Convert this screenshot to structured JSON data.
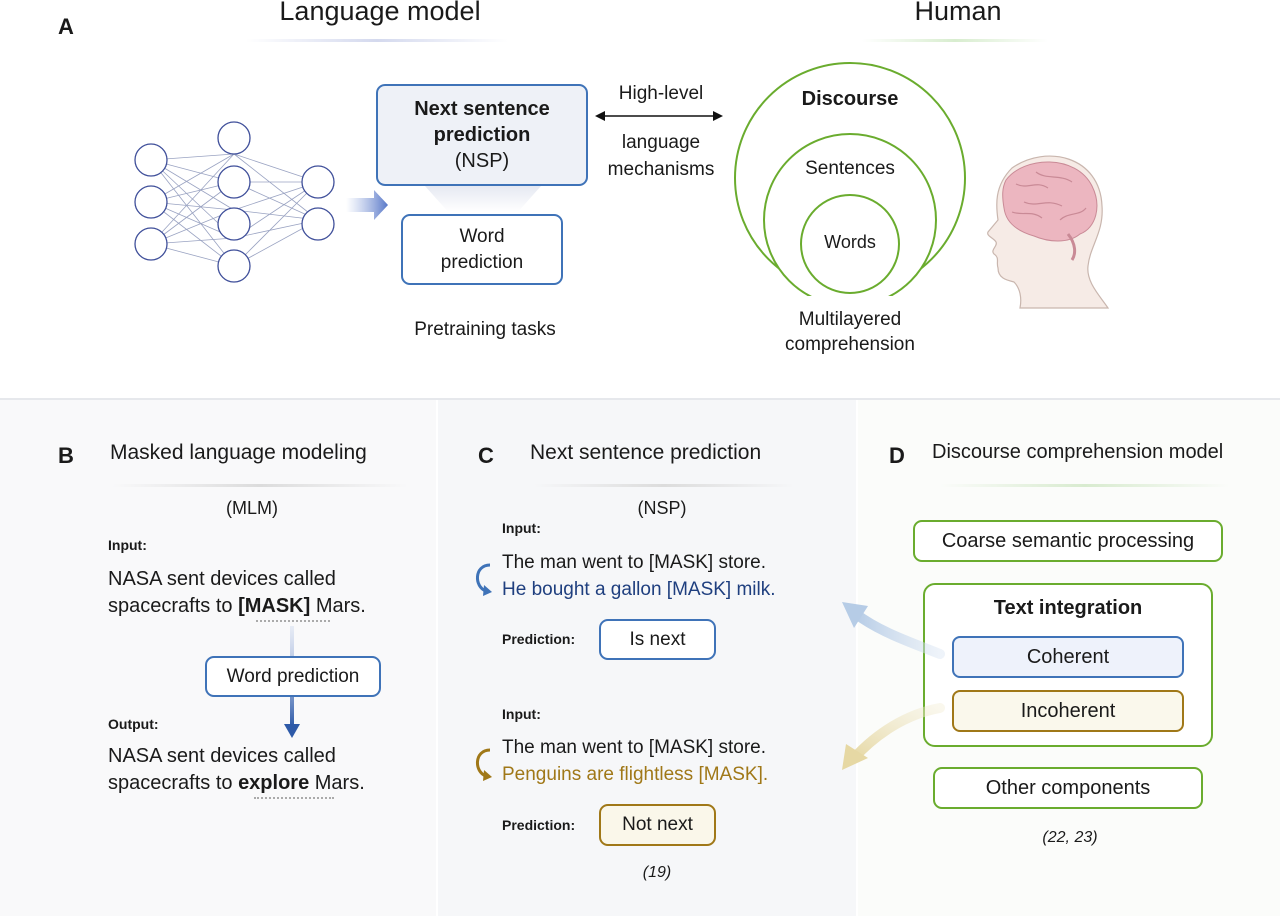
{
  "panelA": {
    "letter": "A",
    "lm_title": "Language model",
    "human_title": "Human",
    "nsp_line1": "Next sentence",
    "nsp_line2": "prediction",
    "nsp_abbr": "(NSP)",
    "word_pred_line1": "Word",
    "word_pred_line2": "prediction",
    "pretraining_label": "Pretraining tasks",
    "link_line1": "High-level",
    "link_line2": "language",
    "link_line3": "mechanisms",
    "discourse": "Discourse",
    "sentences": "Sentences",
    "words": "Words",
    "multi_line1": "Multilayered",
    "multi_line2": "comprehension"
  },
  "panelB": {
    "letter": "B",
    "title": "Masked language modeling",
    "abbr": "(MLM)",
    "input_label": "Input:",
    "input_line1": "NASA sent devices called",
    "input_line2_pre": "spacecrafts to ",
    "input_mask": "[MASK]",
    "input_line2_post": " Mars.",
    "word_prediction": "Word prediction",
    "output_label": "Output:",
    "output_line1": "NASA sent devices called",
    "output_line2_pre": "spacecrafts to ",
    "output_word": "explore",
    "output_line2_post": " Mars."
  },
  "panelC": {
    "letter": "C",
    "title": "Next sentence prediction",
    "abbr": "(NSP)",
    "input_label_1": "Input:",
    "s1_line1": "The man went to [MASK] store.",
    "s1_line2": "He bought a gallon [MASK] milk.",
    "prediction_label_1": "Prediction:",
    "prediction_1": "Is next",
    "input_label_2": "Input:",
    "s2_line1": "The man went to [MASK] store.",
    "s2_line2": "Penguins are flightless [MASK].",
    "prediction_label_2": "Prediction:",
    "prediction_2": "Not next",
    "citation": "(19)"
  },
  "panelD": {
    "letter": "D",
    "title": "Discourse comprehension model",
    "coarse": "Coarse semantic processing",
    "text_integration": "Text integration",
    "coherent": "Coherent",
    "incoherent": "Incoherent",
    "other": "Other components",
    "citation": "(22, 23)"
  },
  "colors": {
    "blue": "#3f73b8",
    "green": "#6aac2e",
    "gold": "#a07818",
    "navy": "#1f3f7f"
  }
}
